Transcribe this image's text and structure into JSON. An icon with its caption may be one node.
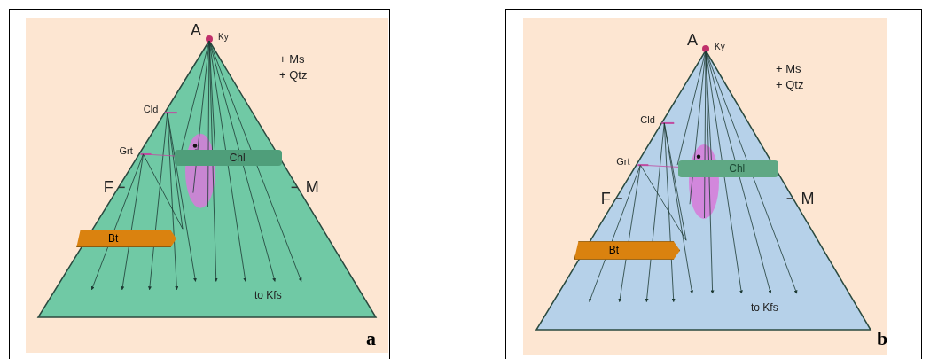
{
  "diagram": {
    "nodes": [
      {
        "text": [
          "a"
        ]
      },
      {
        "text": [
          "Chl"
        ],
        "in": 0
      },
      {
        "text": [
          "Bt"
        ],
        "in": 0
      },
      {
        "text": [
          "b"
        ]
      },
      {
        "text": [
          "Chl"
        ],
        "in": 3
      },
      {
        "text": [
          "Bt"
        ],
        "in": 3
      }
    ],
    "edges": [],
    "labels": [
      "A",
      "Ky",
      "+ Ms",
      "+ Qtz",
      "Cld",
      "Grt",
      "F",
      "M",
      "to Kfs",
      "A",
      "Ky",
      "+ Ms",
      "+ Qtz",
      "Cld",
      "Grt",
      "F",
      "M",
      "to Kfs"
    ]
  }
}
